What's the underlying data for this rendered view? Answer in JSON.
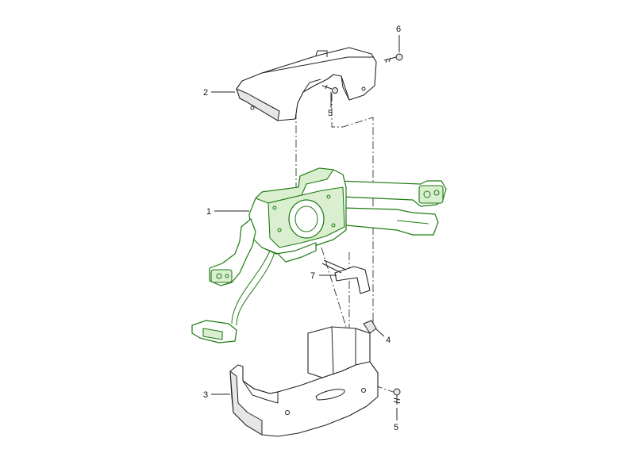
{
  "callouts": {
    "c1": "1",
    "c2": "2",
    "c3": "3",
    "c4": "4",
    "c5_top": "5",
    "c5_bottom": "5",
    "c6": "6",
    "c7": "7"
  },
  "colors": {
    "switch_assembly": "#1e7a12",
    "covers": "#222222"
  }
}
